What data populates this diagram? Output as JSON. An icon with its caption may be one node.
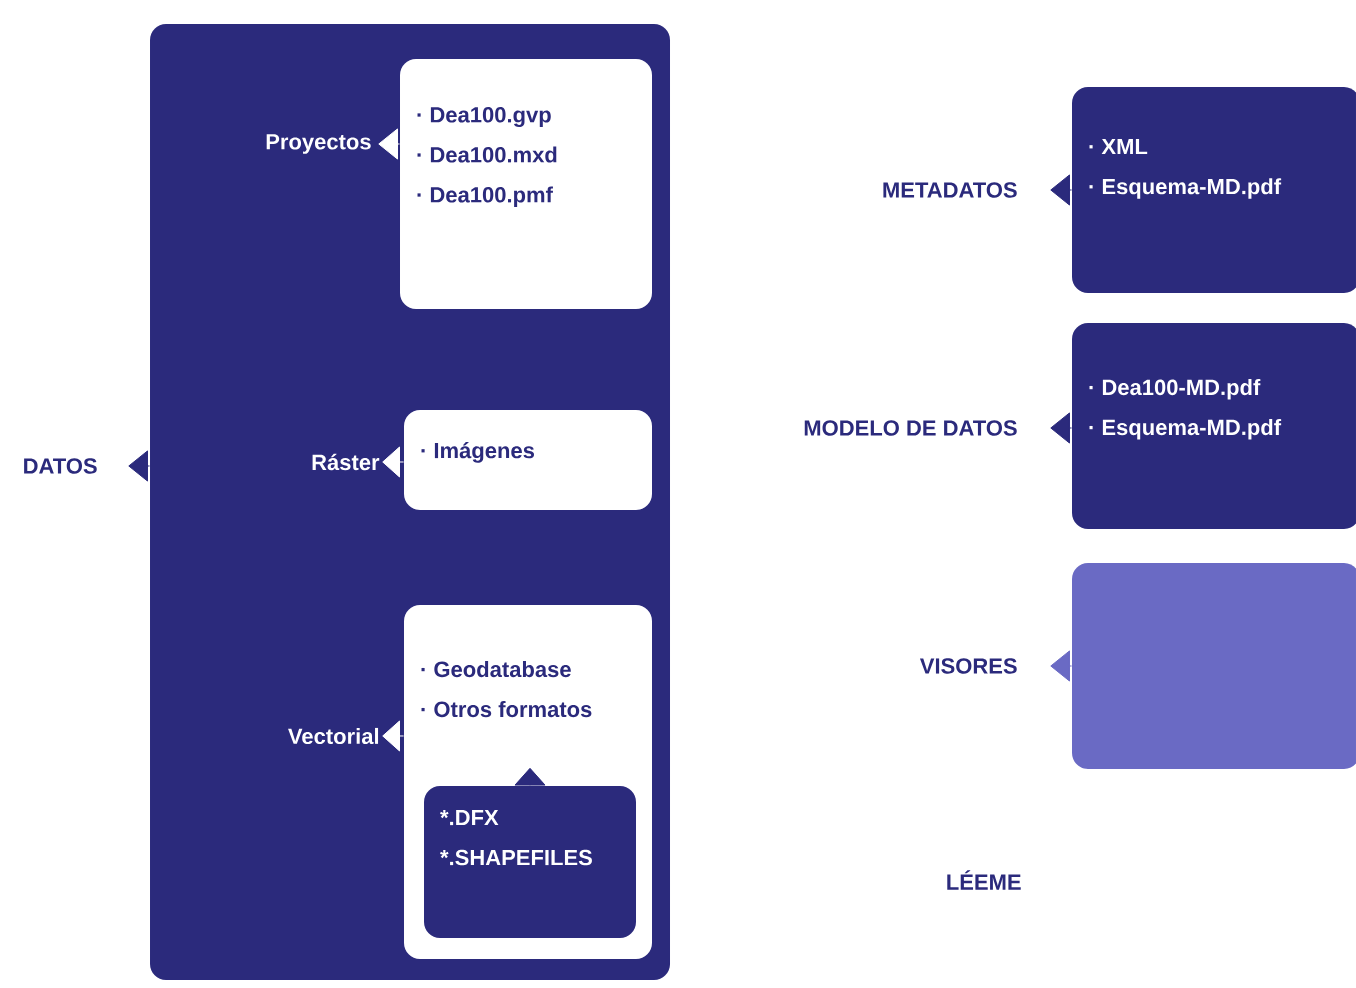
{
  "diagram": {
    "nodes": [
      {
        "text": [
          "DATOS"
        ]
      },
      {
        "text": [],
        "shape": "box"
      },
      {
        "text": [
          "Proyectos"
        ],
        "in": 1
      },
      {
        "text": [
          "· Dea100.gvp",
          "· Dea100.mxd",
          "· Dea100.pmf"
        ],
        "in": 1
      },
      {
        "text": [
          "Ráster"
        ],
        "in": 1
      },
      {
        "text": [
          "· Imágenes"
        ],
        "in": 1
      },
      {
        "text": [
          "Vectorial"
        ],
        "in": 1
      },
      {
        "text": [
          "· Geodatabase",
          "· Otros formatos"
        ],
        "in": 1
      },
      {
        "text": [
          "*.DFX",
          "*.SHAPEFILES"
        ],
        "in": 7
      },
      {
        "text": [
          "METADATOS"
        ]
      },
      {
        "text": [
          "· XML",
          "· Esquema-MD.pdf"
        ]
      },
      {
        "text": [
          "MODELO DE DATOS"
        ]
      },
      {
        "text": [
          "· Dea100-MD.pdf",
          "· Esquema-MD.pdf"
        ]
      },
      {
        "text": [
          "VISORES"
        ]
      },
      {
        "text": [],
        "shape": "box"
      }
    ],
    "edges": [
      {
        "from": 1,
        "to": 0,
        "arrow": "to"
      },
      {
        "from": 3,
        "to": 2,
        "arrow": "to",
        "color": "#ffffff"
      },
      {
        "from": 5,
        "to": 4,
        "arrow": "to",
        "color": "#ffffff"
      },
      {
        "from": 7,
        "to": 6,
        "arrow": "to",
        "color": "#ffffff"
      },
      {
        "from": 8,
        "to": null,
        "arrow": "to"
      },
      {
        "from": 10,
        "to": 9,
        "arrow": "to"
      },
      {
        "from": 12,
        "to": 11,
        "arrow": "to"
      },
      {
        "from": 14,
        "to": 13,
        "arrow": "to",
        "color": "#6a6ac4"
      }
    ],
    "labels": [
      "LÉEME"
    ]
  }
}
